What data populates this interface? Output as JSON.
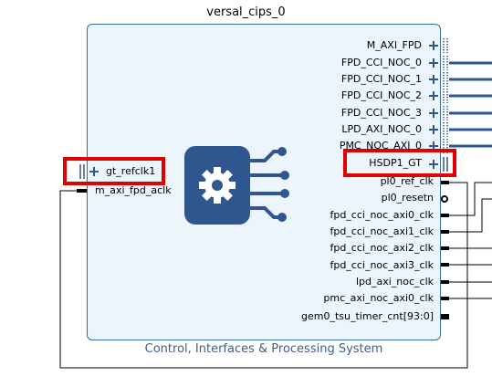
{
  "block": {
    "instance_name": "versal_cips_0",
    "footer_label": "Control, Interfaces & Processing System",
    "logo_icon": "gear-chip-icon"
  },
  "left_pins": [
    {
      "label": "gt_refclk1",
      "kind": "bus-interface",
      "highlighted": true
    },
    {
      "label": "m_axi_fpd_aclk",
      "kind": "clock-in",
      "highlighted": false
    }
  ],
  "right_pins": [
    {
      "label": "M_AXI_FPD",
      "kind": "bus-interface",
      "highlighted": false
    },
    {
      "label": "FPD_CCI_NOC_0",
      "kind": "bus-interface",
      "highlighted": false
    },
    {
      "label": "FPD_CCI_NOC_1",
      "kind": "bus-interface",
      "highlighted": false
    },
    {
      "label": "FPD_CCI_NOC_2",
      "kind": "bus-interface",
      "highlighted": false
    },
    {
      "label": "FPD_CCI_NOC_3",
      "kind": "bus-interface",
      "highlighted": false
    },
    {
      "label": "LPD_AXI_NOC_0",
      "kind": "bus-interface",
      "highlighted": false
    },
    {
      "label": "PMC_NOC_AXI_0",
      "kind": "bus-interface",
      "highlighted": false
    },
    {
      "label": "HSDP1_GT",
      "kind": "bus-interface",
      "highlighted": true
    },
    {
      "label": "pl0_ref_clk",
      "kind": "signal",
      "highlighted": false
    },
    {
      "label": "pl0_resetn",
      "kind": "reset",
      "highlighted": false
    },
    {
      "label": "fpd_cci_noc_axi0_clk",
      "kind": "signal",
      "highlighted": false
    },
    {
      "label": "fpd_cci_noc_axi1_clk",
      "kind": "signal",
      "highlighted": false
    },
    {
      "label": "fpd_cci_noc_axi2_clk",
      "kind": "signal",
      "highlighted": false
    },
    {
      "label": "fpd_cci_noc_axi3_clk",
      "kind": "signal",
      "highlighted": false
    },
    {
      "label": "lpd_axi_noc_clk",
      "kind": "signal",
      "highlighted": false
    },
    {
      "label": "pmc_axi_noc_axi0_clk",
      "kind": "signal",
      "highlighted": false
    },
    {
      "label": "gem0_tsu_timer_cnt[93:0]",
      "kind": "bus-signal",
      "highlighted": false
    }
  ],
  "colors": {
    "block_fill": "#ecf4fc",
    "block_border": "#3b6aa0",
    "accent": "#2f568f",
    "highlight": "#e00000",
    "wire": "#000000"
  }
}
